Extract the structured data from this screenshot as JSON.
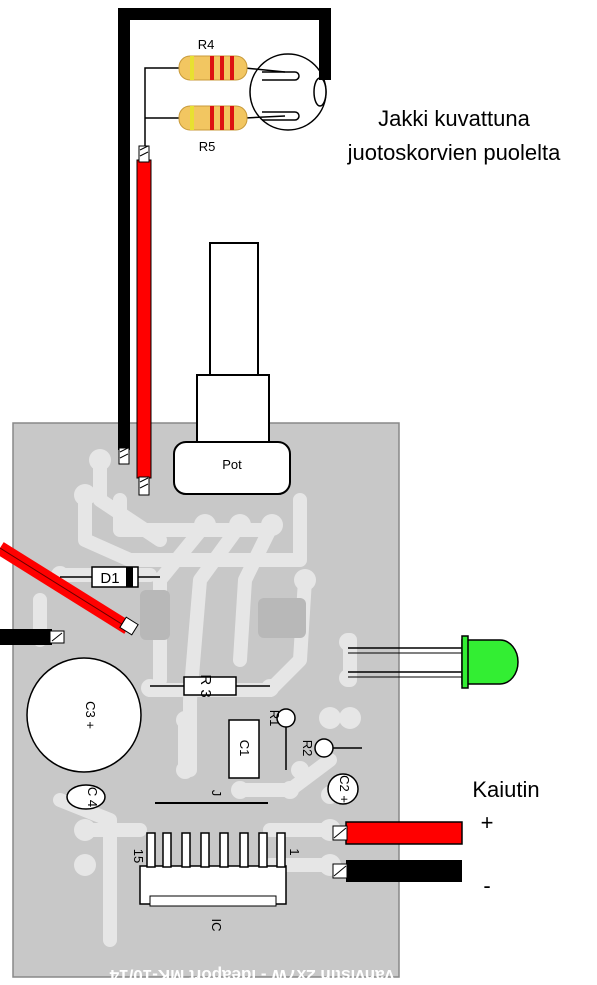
{
  "jack_caption_line1": "Jakki kuvattuna",
  "jack_caption_line2": "juotoskorvien puolelta",
  "speaker_label": "Kaiutin",
  "speaker_plus": "+",
  "speaker_minus": "-",
  "pot_label": "Pot",
  "components": {
    "r4": "R4",
    "r5": "R5",
    "d1": "D1",
    "r3": "R 3",
    "c3": "C3 +",
    "r1": "R1",
    "r2": "R2",
    "c1": "C1",
    "c2": "C2 +",
    "c4": "C 4",
    "jumper": "J",
    "ic": "IC",
    "pin15": "15",
    "pin1": "1"
  },
  "pcb_footer": "Vahvistin 2x7W - Ideaport MK-10/14",
  "colors": {
    "pcb": "#c8c8c8",
    "pcb_trace": "#e2e2e2",
    "wire_red": "#ff0000",
    "wire_black": "#000000",
    "led_green": "#33ee33"
  }
}
